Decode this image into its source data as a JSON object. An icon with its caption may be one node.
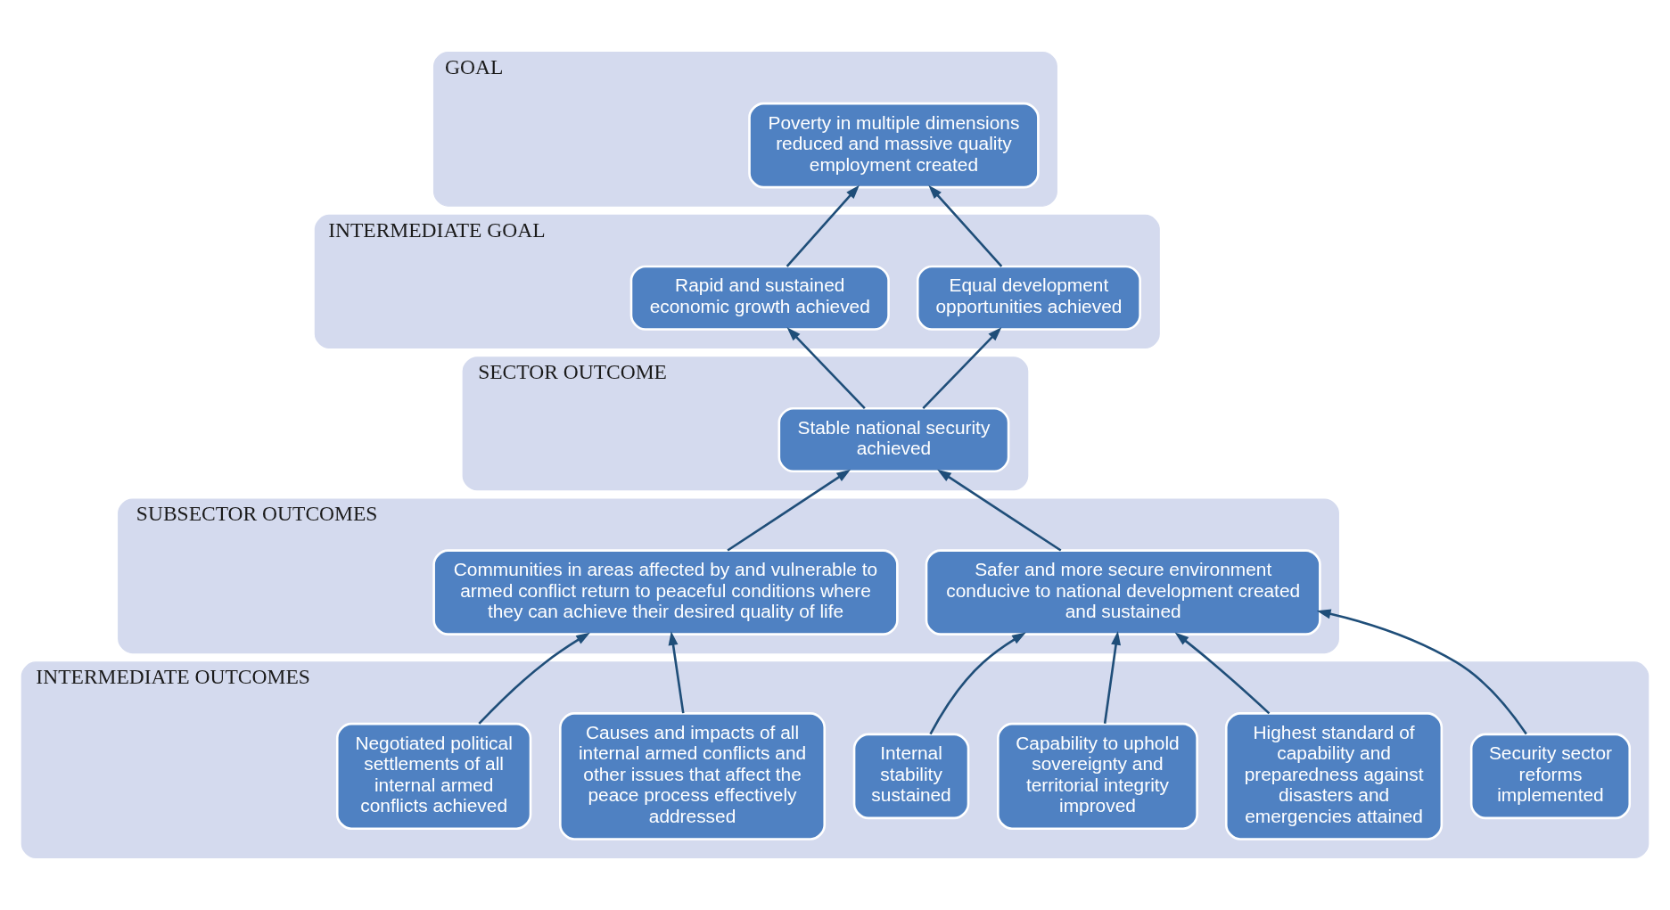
{
  "diagram": {
    "nodes": [
      {
        "text": [
          "GOAL"
        ]
      },
      {
        "text": [
          "Poverty in multiple dimensions reduced and massive quality employment created"
        ],
        "in": 0
      },
      {
        "text": [
          "INTERMEDIATE GOAL"
        ]
      },
      {
        "text": [
          "Rapid and sustained economic growth achieved"
        ],
        "in": 2
      },
      {
        "text": [
          "Equal development opportunities achieved"
        ],
        "in": 2
      },
      {
        "text": [
          "SECTOR OUTCOME"
        ]
      },
      {
        "text": [
          "Stable national security achieved"
        ],
        "in": 5
      },
      {
        "text": [
          "SUBSECTOR OUTCOMES"
        ]
      },
      {
        "text": [
          "Communities in areas affected by and vulnerable to armed conflict return to peaceful conditions where they can achieve their desired quality of life"
        ],
        "in": 7
      },
      {
        "text": [
          "Safer and more secure environment conducive to national development created and sustained"
        ],
        "in": 7
      },
      {
        "text": [
          "INTERMEDIATE OUTCOMES"
        ]
      },
      {
        "text": [
          "Negotiated political settlements of all internal armed conflicts achieved"
        ],
        "in": 10
      },
      {
        "text": [
          "Causes and impacts of all internal armed conflicts and other issues that affect the peace process effectively addressed"
        ],
        "in": 10
      },
      {
        "text": [
          "Internal stability sustained"
        ],
        "in": 10
      },
      {
        "text": [
          "Capability to uphold sovereignty and territorial integrity improved"
        ],
        "in": 10
      },
      {
        "text": [
          "Highest standard of capability and preparedness against disasters and emergencies attained"
        ],
        "in": 10
      },
      {
        "text": [
          "Security sector reforms implemented"
        ],
        "in": 10
      }
    ],
    "edges": [
      {
        "from": 3,
        "to": 1,
        "arrow": "to"
      },
      {
        "from": 4,
        "to": 1,
        "arrow": "to"
      },
      {
        "from": 6,
        "to": 3,
        "arrow": "to"
      },
      {
        "from": 6,
        "to": 4,
        "arrow": "to"
      },
      {
        "from": 8,
        "to": 6,
        "arrow": "to"
      },
      {
        "from": 9,
        "to": 6,
        "arrow": "to"
      },
      {
        "from": 11,
        "to": 8,
        "arrow": "to"
      },
      {
        "from": 12,
        "to": 8,
        "arrow": "to"
      },
      {
        "from": 13,
        "to": 9,
        "arrow": "to"
      },
      {
        "from": 14,
        "to": 9,
        "arrow": "to"
      },
      {
        "from": 15,
        "to": 9,
        "arrow": "to"
      },
      {
        "from": 16,
        "to": 9,
        "arrow": "to"
      }
    ]
  }
}
